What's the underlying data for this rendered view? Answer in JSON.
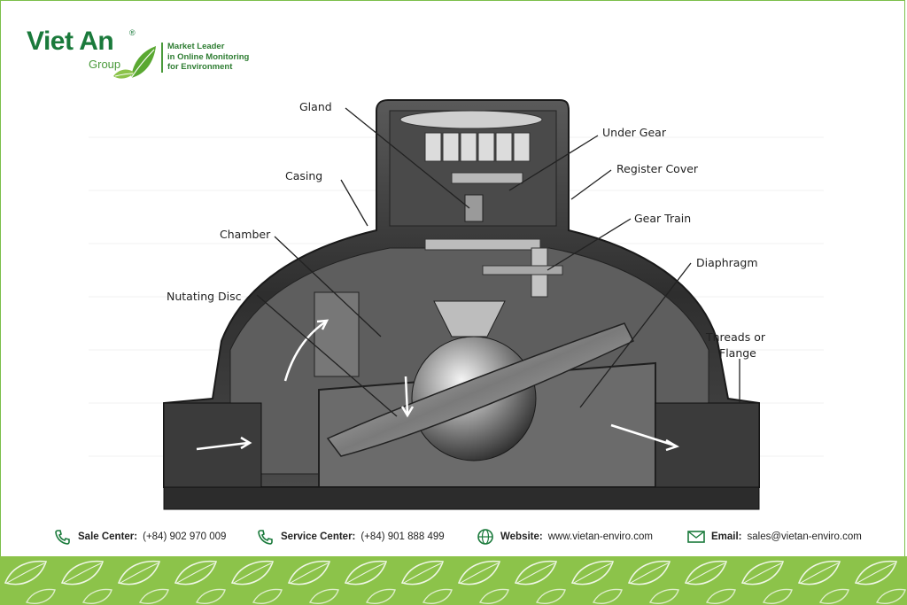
{
  "brand": {
    "name": "Viet An",
    "registered": "®",
    "group": "Group",
    "tagline": [
      "Market Leader",
      "in Online Monitoring",
      "for Environment"
    ]
  },
  "diagram": {
    "labels": {
      "gland": "Gland",
      "under_gear": "Under Gear",
      "register_cover": "Register Cover",
      "casing": "Casing",
      "gear_train": "Gear Train",
      "chamber": "Chamber",
      "diaphragm": "Diaphragm",
      "nutating_disc": "Nutating Disc",
      "threads_or_flange_1": "Threads or",
      "threads_or_flange_2": "Flange"
    }
  },
  "contacts": [
    {
      "label": "Sale Center:",
      "value": "(+84) 902 970 009",
      "icon": "phone-icon"
    },
    {
      "label": "Service Center:",
      "value": "(+84) 901 888 499",
      "icon": "phone-icon"
    },
    {
      "label": "Website:",
      "value": "www.vietan-enviro.com",
      "icon": "globe-icon"
    },
    {
      "label": "Email:",
      "value": "sales@vietan-enviro.com",
      "icon": "mail-icon"
    }
  ],
  "colors": {
    "brand_green": "#1a7a3b",
    "band_green": "#8cc34a",
    "metal_dark": "#3a3a3a",
    "metal_mid": "#8a8a8a"
  }
}
